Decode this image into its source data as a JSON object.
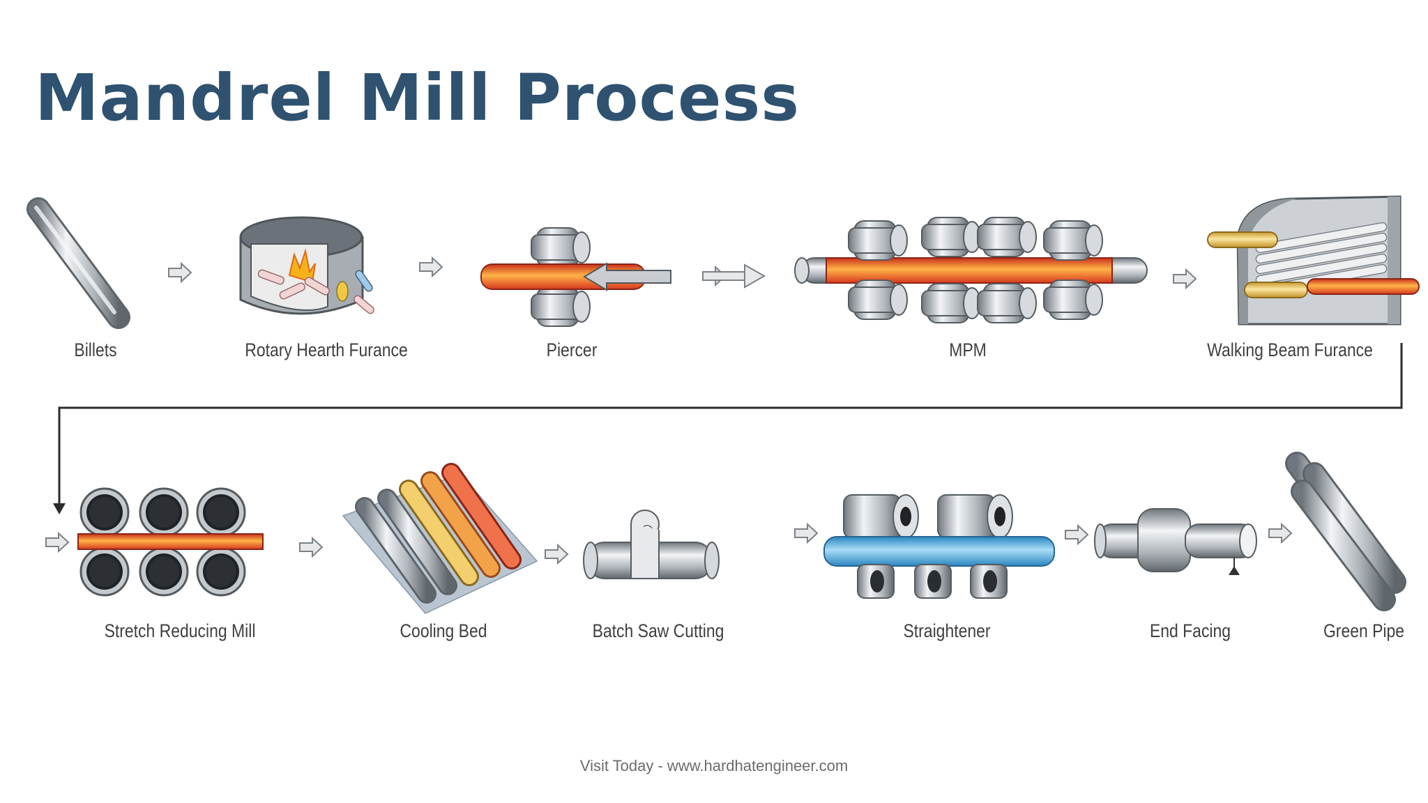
{
  "title": "Mandrel Mill Process",
  "footer": "Visit Today - www.hardhatengineer.com",
  "stages": [
    {
      "label": "Billets"
    },
    {
      "label": "Rotary Hearth Furance"
    },
    {
      "label": "Piercer"
    },
    {
      "label": "MPM"
    },
    {
      "label": "Walking Beam Furance"
    },
    {
      "label": "Stretch Reducing Mill"
    },
    {
      "label": "Cooling Bed"
    },
    {
      "label": "Batch Saw Cutting"
    },
    {
      "label": "Straightener"
    },
    {
      "label": "End Facing"
    },
    {
      "label": "Green Pipe"
    }
  ],
  "colors": {
    "title": "#2e5270",
    "hot_pipe": "#e8452a",
    "cold_pipe": "#4aa8dc",
    "steel": "#9aa1a8"
  }
}
